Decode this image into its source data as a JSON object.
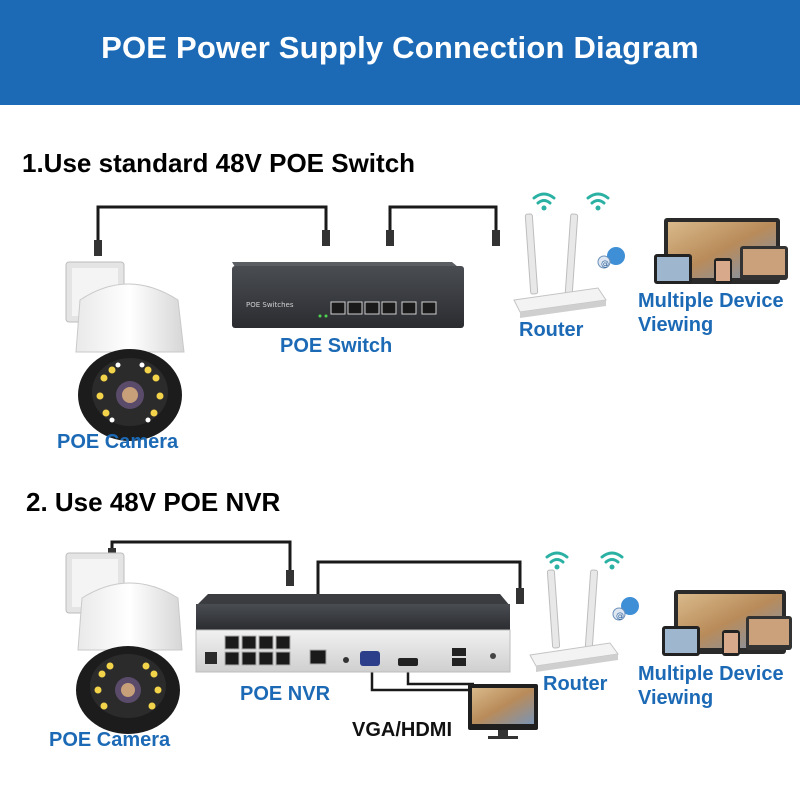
{
  "header": {
    "title": "POE Power Supply Connection Diagram"
  },
  "section1": {
    "title": "1.Use standard 48V POE Switch",
    "camera_label": "POE Camera",
    "switch_label": "POE Switch",
    "switch_brand": "POE Switches",
    "router_label": "Router",
    "viewing_label_line1": "Multiple Device",
    "viewing_label_line2": "Viewing"
  },
  "section2": {
    "title": "2. Use 48V POE NVR",
    "camera_label": "POE Camera",
    "nvr_label": "POE NVR",
    "output_label": "VGA/HDMI",
    "router_label": "Router",
    "viewing_label_line1": "Multiple Device",
    "viewing_label_line2": "Viewing"
  },
  "colors": {
    "banner": "#1c6ab5",
    "label_blue": "#1c6ab5",
    "wifi_green": "#2bb1a3"
  }
}
